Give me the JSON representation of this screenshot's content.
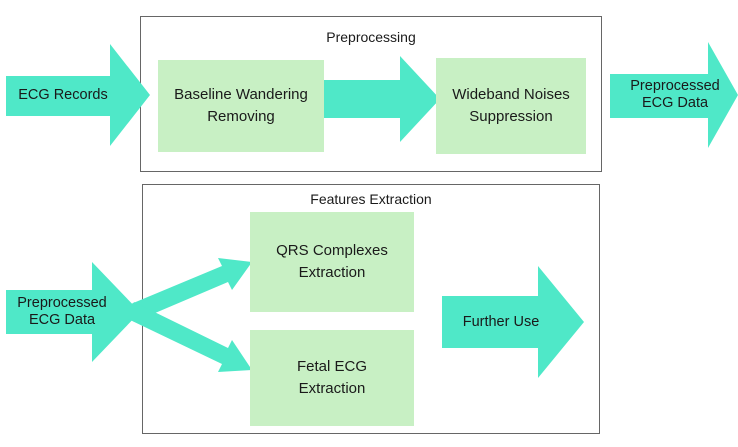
{
  "diagram": {
    "colors": {
      "arrow": "#4fe8c8",
      "box": "#c8f0c4",
      "frame": "#666666",
      "text": "#1a1a1a"
    },
    "preprocessing": {
      "title": "Preprocessing",
      "input_label": "ECG Records",
      "step1": "Baseline Wandering\nRemoving",
      "step2": "Wideband Noises\nSuppression",
      "output_label": "Preprocessed\nECG Data"
    },
    "features": {
      "title": "Features Extraction",
      "input_label": "Preprocessed\nECG Data",
      "step1": "QRS Complexes\nExtraction",
      "step2": "Fetal ECG\nExtraction",
      "output_label": "Further Use"
    }
  }
}
